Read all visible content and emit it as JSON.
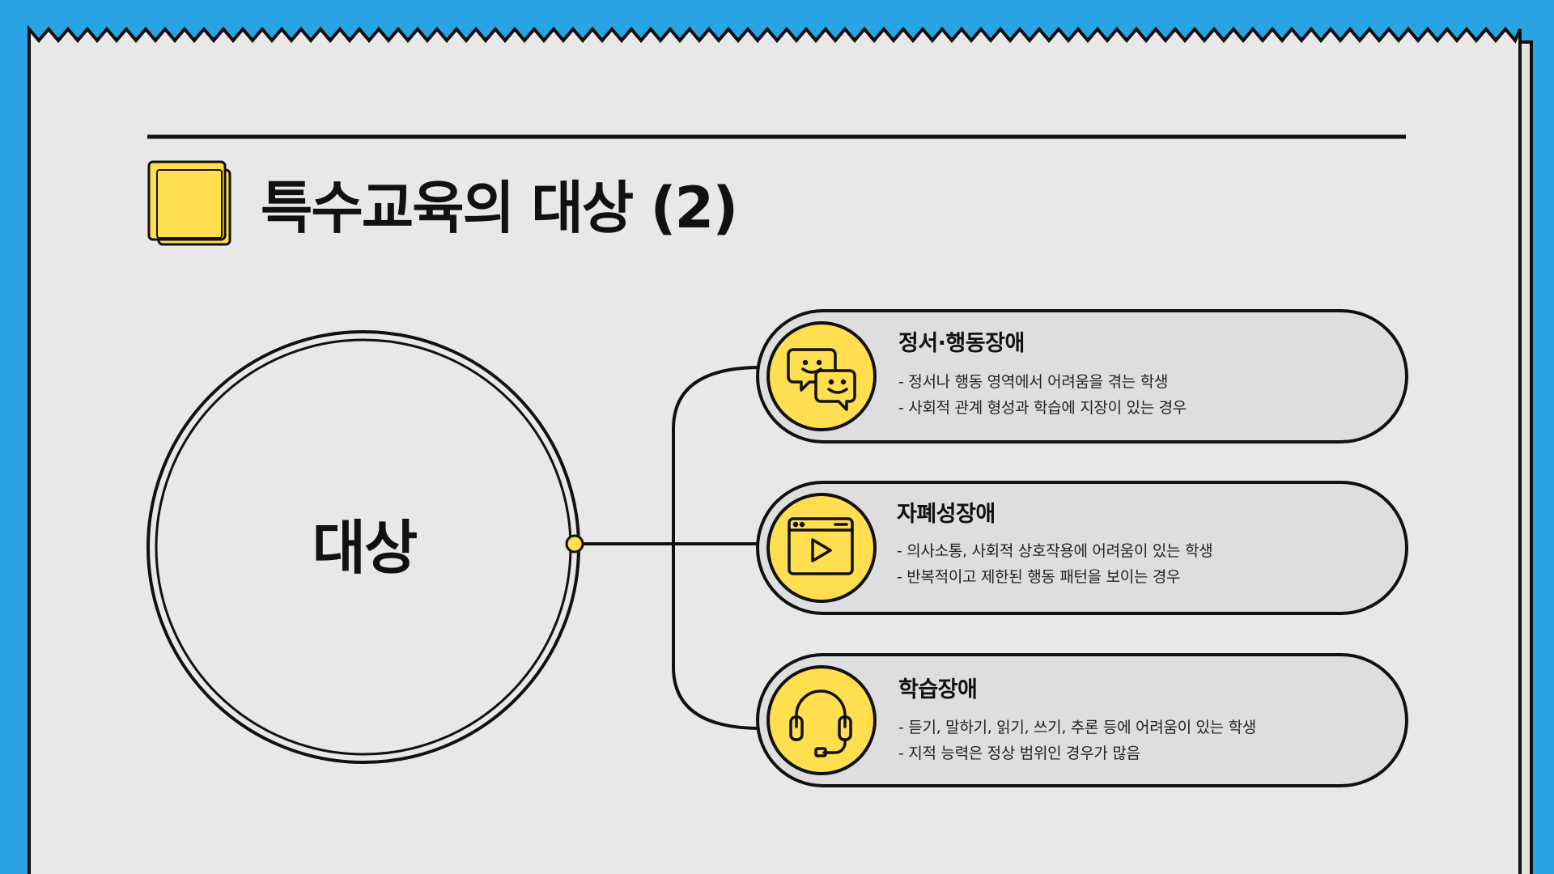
{
  "slide": {
    "title": "특수교육의 대상 (2)",
    "center_label": "대상",
    "colors": {
      "background": "#29a3e3",
      "paper": "#e8e8e8",
      "card": "#dedede",
      "accent": "#ffde4f",
      "ink": "#111111"
    }
  },
  "items": [
    {
      "title": "정서·행동장애",
      "icon": "chat-smile-icon",
      "lines": [
        "- 정서나 행동 영역에서 어려움을 겪는 학생",
        "- 사회적 관계 형성과 학습에 지장이 있는 경우"
      ]
    },
    {
      "title": "자폐성장애",
      "icon": "video-player-icon",
      "lines": [
        "- 의사소통, 사회적 상호작용에 어려움이 있는 학생",
        "- 반복적이고 제한된 행동 패턴을 보이는 경우"
      ]
    },
    {
      "title": "학습장애",
      "icon": "headset-icon",
      "lines": [
        "- 듣기, 말하기, 읽기, 쓰기, 추론 등에 어려움이 있는 학생",
        "- 지적 능력은 정상 범위인 경우가 많음"
      ]
    }
  ]
}
